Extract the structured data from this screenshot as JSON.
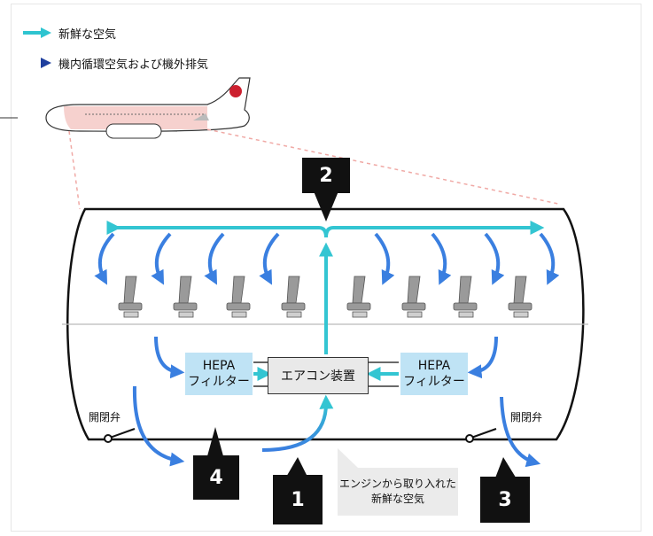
{
  "legend": {
    "fresh_air": {
      "label": "新鮮な空気",
      "color": "#2ec4d0"
    },
    "recirculated": {
      "label": "機内循環空気および機外排気",
      "color": "#1f4fb0"
    }
  },
  "colors": {
    "recirc_arrow": "#3a7fe0",
    "fresh_arrow": "#33c5d2",
    "hepa_fill": "#bfe3f5",
    "badge": "#111111",
    "fuselage_highlight": "#f4c9c6",
    "logo": "#cc1f2e"
  },
  "components": {
    "hepa_left": {
      "line1": "HEPA",
      "line2": "フィルター"
    },
    "hepa_right": {
      "line1": "HEPA",
      "line2": "フィルター"
    },
    "aircon": "エアコン装置",
    "valve_left": "開閉弁",
    "valve_right": "開閉弁",
    "engine_air": {
      "line1": "エンジンから取り入れた",
      "line2": "新鮮な空気"
    }
  },
  "badges": {
    "b1": "1",
    "b2": "2",
    "b3": "3",
    "b4": "4"
  }
}
